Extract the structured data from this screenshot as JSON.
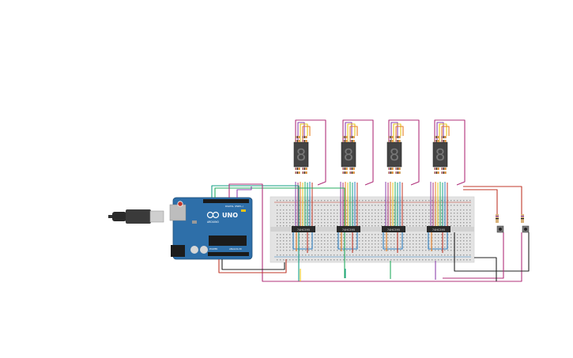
{
  "circuit": {
    "board": {
      "logo_text": "UNO",
      "brand_text": "ARDUINO",
      "digital_label": "DIGITAL (PWM~)",
      "analog_label": "ANALOG IN",
      "power_label": "POWER"
    },
    "chips": [
      {
        "label": "74HC595"
      },
      {
        "label": "74HC595"
      },
      {
        "label": "74HC595"
      },
      {
        "label": "74HC595"
      }
    ],
    "displays": [
      {
        "digit": "8"
      },
      {
        "digit": "8"
      },
      {
        "digit": "8"
      },
      {
        "digit": "8"
      }
    ],
    "buttons": [
      {
        "kind": "pushbutton"
      },
      {
        "kind": "pushbutton"
      }
    ],
    "colors": {
      "board_blue": "#2e6fa9",
      "breadboard": "#e3e3e3",
      "chip_body": "#2a2a2a",
      "wire_red": "#c0392b",
      "wire_black": "#222222",
      "wire_purple": "#8e44ad",
      "wire_magenta": "#b0307a",
      "wire_yellow": "#e6c619",
      "wire_green": "#27ae60",
      "wire_orange": "#e67e22",
      "wire_teal": "#16a085",
      "wire_blue": "#2f7fc1"
    }
  }
}
